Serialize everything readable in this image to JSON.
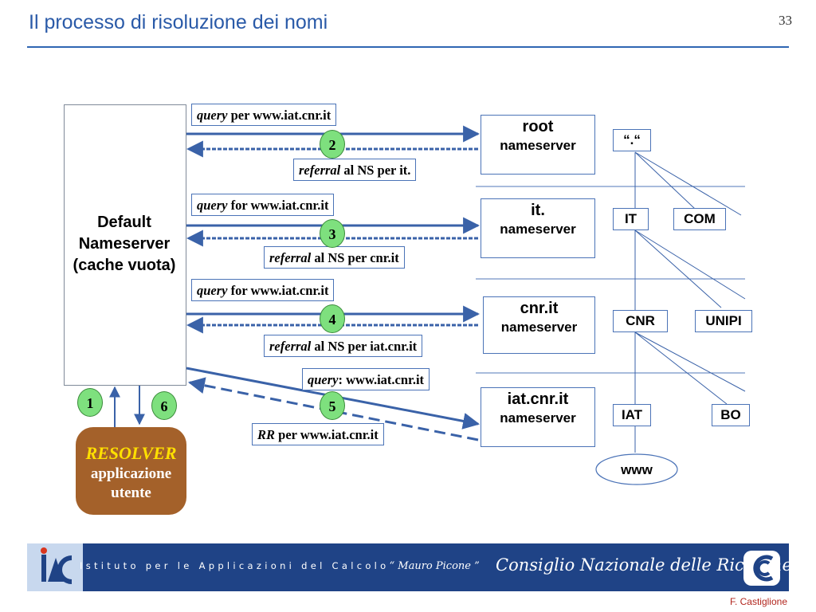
{
  "slide": {
    "title": "Il processo di risoluzione dei nomi",
    "page_number": "33"
  },
  "default_nameserver": {
    "line1": "Default",
    "line2": "Nameserver",
    "line3": "(cache vuota)"
  },
  "messages": [
    {
      "kw": "query",
      "rest": " per www.iat.cnr.it"
    },
    {
      "kw": "referral",
      "rest": " al NS per it."
    },
    {
      "kw": "query",
      "rest": " for www.iat.cnr.it"
    },
    {
      "kw": "referral",
      "rest": " al NS per cnr.it"
    },
    {
      "kw": "query",
      "rest": " for www.iat.cnr.it"
    },
    {
      "kw": "referral",
      "rest": " al NS per iat.cnr.it"
    },
    {
      "kw": "query",
      "rest": ": www.iat.cnr.it"
    },
    {
      "kw": "RR",
      "rest": " per www.iat.cnr.it"
    }
  ],
  "nameservers": [
    {
      "name": "root",
      "label": "nameserver"
    },
    {
      "name": "it.",
      "label": "nameserver"
    },
    {
      "name": "cnr.it",
      "label": "nameserver"
    },
    {
      "name": "iat.cnr.it",
      "label": "nameserver"
    }
  ],
  "steps": [
    "1",
    "2",
    "3",
    "4",
    "5",
    "6"
  ],
  "tree": {
    "root": "“.“",
    "it": "IT",
    "com": "COM",
    "cnr": "CNR",
    "unipi": "UNIPI",
    "iat": "IAT",
    "bo": "BO",
    "www": "www"
  },
  "resolver": {
    "title": "RESOLVER",
    "line1": "applicazione",
    "line2": "utente"
  },
  "footer": {
    "institute": "Istituto per le Applicazioni del Calcolo",
    "institute_name": "“ Mauro Picone ”",
    "council": "Consiglio Nazionale delle Ricerche",
    "author": "F. Castiglione"
  },
  "colors": {
    "title": "#2a5aa8",
    "arrow": "#3a62a8",
    "step_fill": "#7ee07e",
    "resolver_fill": "#a4612a",
    "resolver_title": "#ffe000",
    "footer_bg": "#1f4386",
    "author": "#b2261e"
  }
}
